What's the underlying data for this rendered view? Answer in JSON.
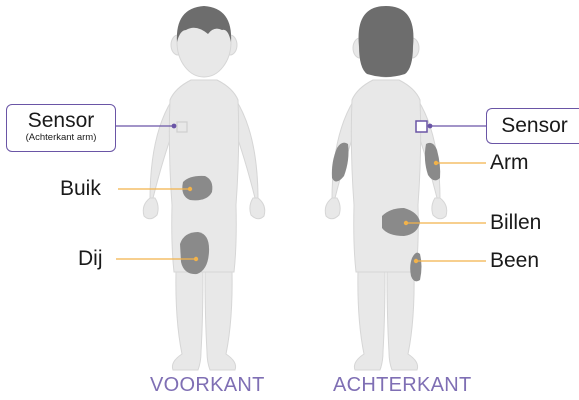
{
  "sensor_front": {
    "title": "Sensor",
    "subtitle": "(Achterkant arm)"
  },
  "sensor_back": {
    "title": "Sensor"
  },
  "labels": {
    "buik": "Buik",
    "dij": "Dij",
    "arm": "Arm",
    "billen": "Billen",
    "been": "Been"
  },
  "captions": {
    "front": "VOORKANT",
    "back": "ACHTERKANT"
  },
  "colors": {
    "body": "#e8e8e8",
    "hair": "#6d6d6d",
    "zone": "#8a8a8a",
    "leader": "#f2b24a",
    "sensor": "#6a55a6",
    "caption": "#7f6fb4"
  }
}
